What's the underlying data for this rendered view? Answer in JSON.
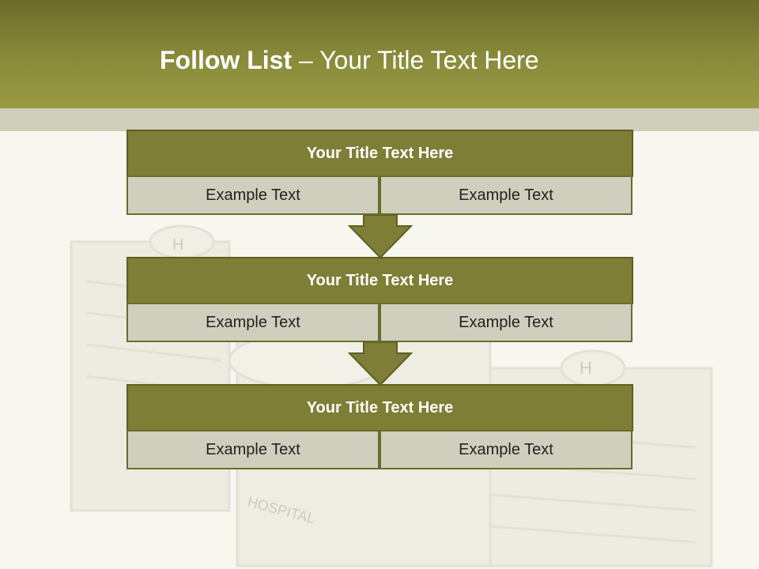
{
  "header": {
    "title_bold": "Follow List",
    "title_rest": " – Your Title Text Here"
  },
  "colors": {
    "header": "#8a8b3a",
    "block_title": "#7e7e36",
    "cell": "#cfcfbd",
    "band": "#cecebb"
  },
  "background_art": {
    "icon": "hospital-building-illustration",
    "sign_text": "HOSPITAL",
    "helipad_letter": "H"
  },
  "blocks": [
    {
      "title": "Your Title Text Here",
      "left": "Example Text",
      "right": "Example Text"
    },
    {
      "title": "Your Title Text Here",
      "left": "Example Text",
      "right": "Example Text"
    },
    {
      "title": "Your Title Text Here",
      "left": "Example Text",
      "right": "Example Text"
    }
  ]
}
